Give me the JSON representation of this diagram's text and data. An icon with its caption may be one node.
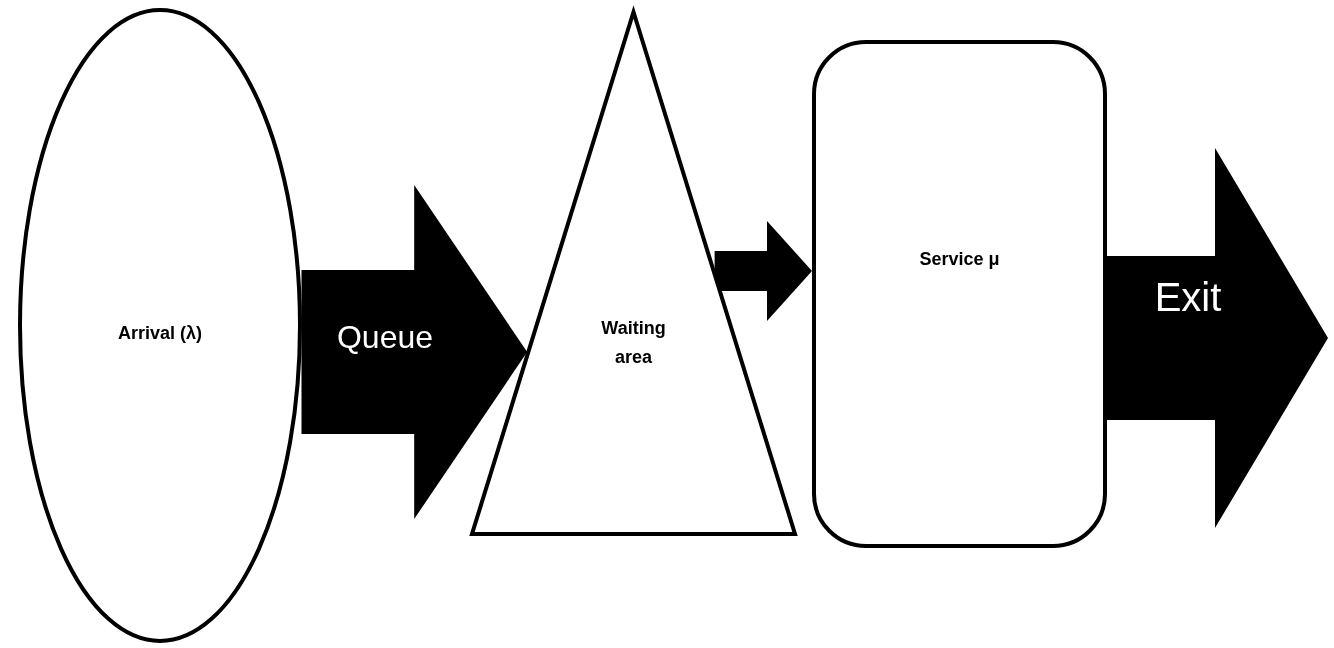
{
  "diagram": {
    "nodes": [
      {
        "text": [
          "Arrival (λ)"
        ]
      },
      {
        "text": [
          "Waiting area"
        ]
      },
      {
        "text": [
          "Service μ"
        ]
      }
    ],
    "edges": [
      {
        "from": 0,
        "to": 1,
        "arrow": "to",
        "label": "Queue"
      },
      {
        "from": 1,
        "to": 2,
        "arrow": "to"
      },
      {
        "from": 2,
        "to": null,
        "arrow": "to",
        "label": "Exit"
      }
    ]
  }
}
